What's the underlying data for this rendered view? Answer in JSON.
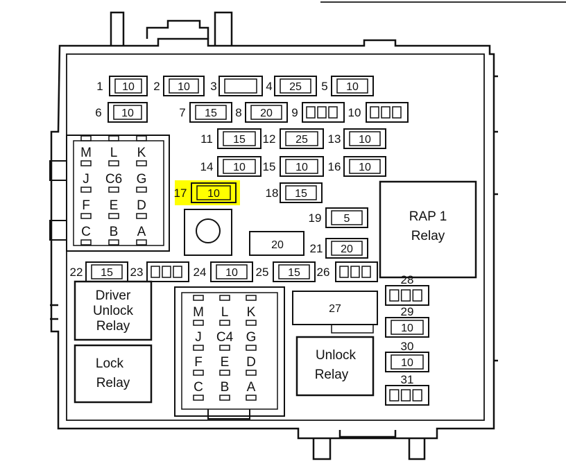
{
  "fuse_block": {
    "fuses": [
      {
        "id": "1",
        "label": "1",
        "rating": "10"
      },
      {
        "id": "2",
        "label": "2",
        "rating": "10"
      },
      {
        "id": "3",
        "label": "3",
        "rating": ""
      },
      {
        "id": "4",
        "label": "4",
        "rating": "25"
      },
      {
        "id": "5",
        "label": "5",
        "rating": "10"
      },
      {
        "id": "6",
        "label": "6",
        "rating": "10"
      },
      {
        "id": "7",
        "label": "7",
        "rating": "15"
      },
      {
        "id": "8",
        "label": "8",
        "rating": "20"
      },
      {
        "id": "9",
        "label": "9",
        "rating": ""
      },
      {
        "id": "10",
        "label": "10",
        "rating": ""
      },
      {
        "id": "11",
        "label": "11",
        "rating": "15"
      },
      {
        "id": "12",
        "label": "12",
        "rating": "25"
      },
      {
        "id": "13",
        "label": "13",
        "rating": "10"
      },
      {
        "id": "14",
        "label": "14",
        "rating": "10"
      },
      {
        "id": "15",
        "label": "15",
        "rating": "10"
      },
      {
        "id": "16",
        "label": "16",
        "rating": "10"
      },
      {
        "id": "17",
        "label": "17",
        "rating": "10",
        "highlighted": true
      },
      {
        "id": "18",
        "label": "18",
        "rating": "15"
      },
      {
        "id": "19",
        "label": "19",
        "rating": "5"
      },
      {
        "id": "20",
        "label": "",
        "rating": "20"
      },
      {
        "id": "21",
        "label": "21",
        "rating": "20"
      },
      {
        "id": "22",
        "label": "22",
        "rating": "15"
      },
      {
        "id": "23",
        "label": "23",
        "rating": ""
      },
      {
        "id": "24",
        "label": "24",
        "rating": "10"
      },
      {
        "id": "25",
        "label": "25",
        "rating": "15"
      },
      {
        "id": "26",
        "label": "26",
        "rating": ""
      },
      {
        "id": "27",
        "label": "",
        "rating": "27"
      },
      {
        "id": "28",
        "label": "28",
        "rating": ""
      },
      {
        "id": "29",
        "label": "29",
        "rating": "10"
      },
      {
        "id": "30",
        "label": "30",
        "rating": "10"
      },
      {
        "id": "31",
        "label": "31",
        "rating": ""
      }
    ],
    "relays": {
      "rap1": [
        "RAP 1",
        "Relay"
      ],
      "driver_unlock": [
        "Driver",
        "Unlock",
        "Relay"
      ],
      "lock": [
        "Lock",
        "Relay"
      ],
      "unlock": [
        "Unlock",
        "Relay"
      ]
    },
    "connectors": {
      "c6": {
        "rows": [
          [
            "M",
            "L",
            "K"
          ],
          [
            "J",
            "C6",
            "G"
          ],
          [
            "F",
            "E",
            "D"
          ],
          [
            "C",
            "B",
            "A"
          ]
        ]
      },
      "c4": {
        "rows": [
          [
            "M",
            "L",
            "K"
          ],
          [
            "J",
            "C4",
            "G"
          ],
          [
            "F",
            "E",
            "D"
          ],
          [
            "C",
            "B",
            "A"
          ]
        ]
      }
    }
  },
  "colors": {
    "highlight": "#FFFF00",
    "line": "#111111",
    "background": "#FFFFFF"
  }
}
